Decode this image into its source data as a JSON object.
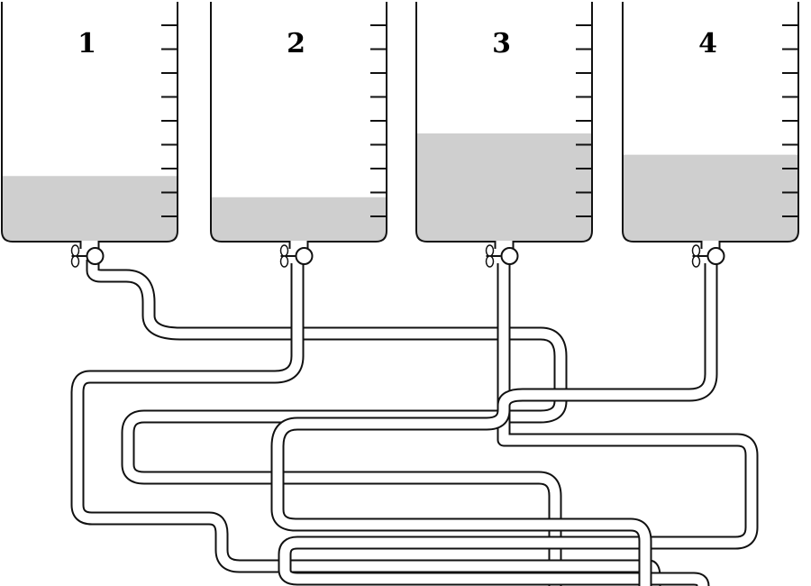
{
  "tanks": [
    {
      "label": "1",
      "fill_level": 0.3
    },
    {
      "label": "2",
      "fill_level": 0.2
    },
    {
      "label": "3",
      "fill_level": 0.5
    },
    {
      "label": "4",
      "fill_level": 0.4
    }
  ],
  "colors": {
    "liquid": "#cfcfcf",
    "outline": "#111111",
    "background": "#ffffff"
  }
}
